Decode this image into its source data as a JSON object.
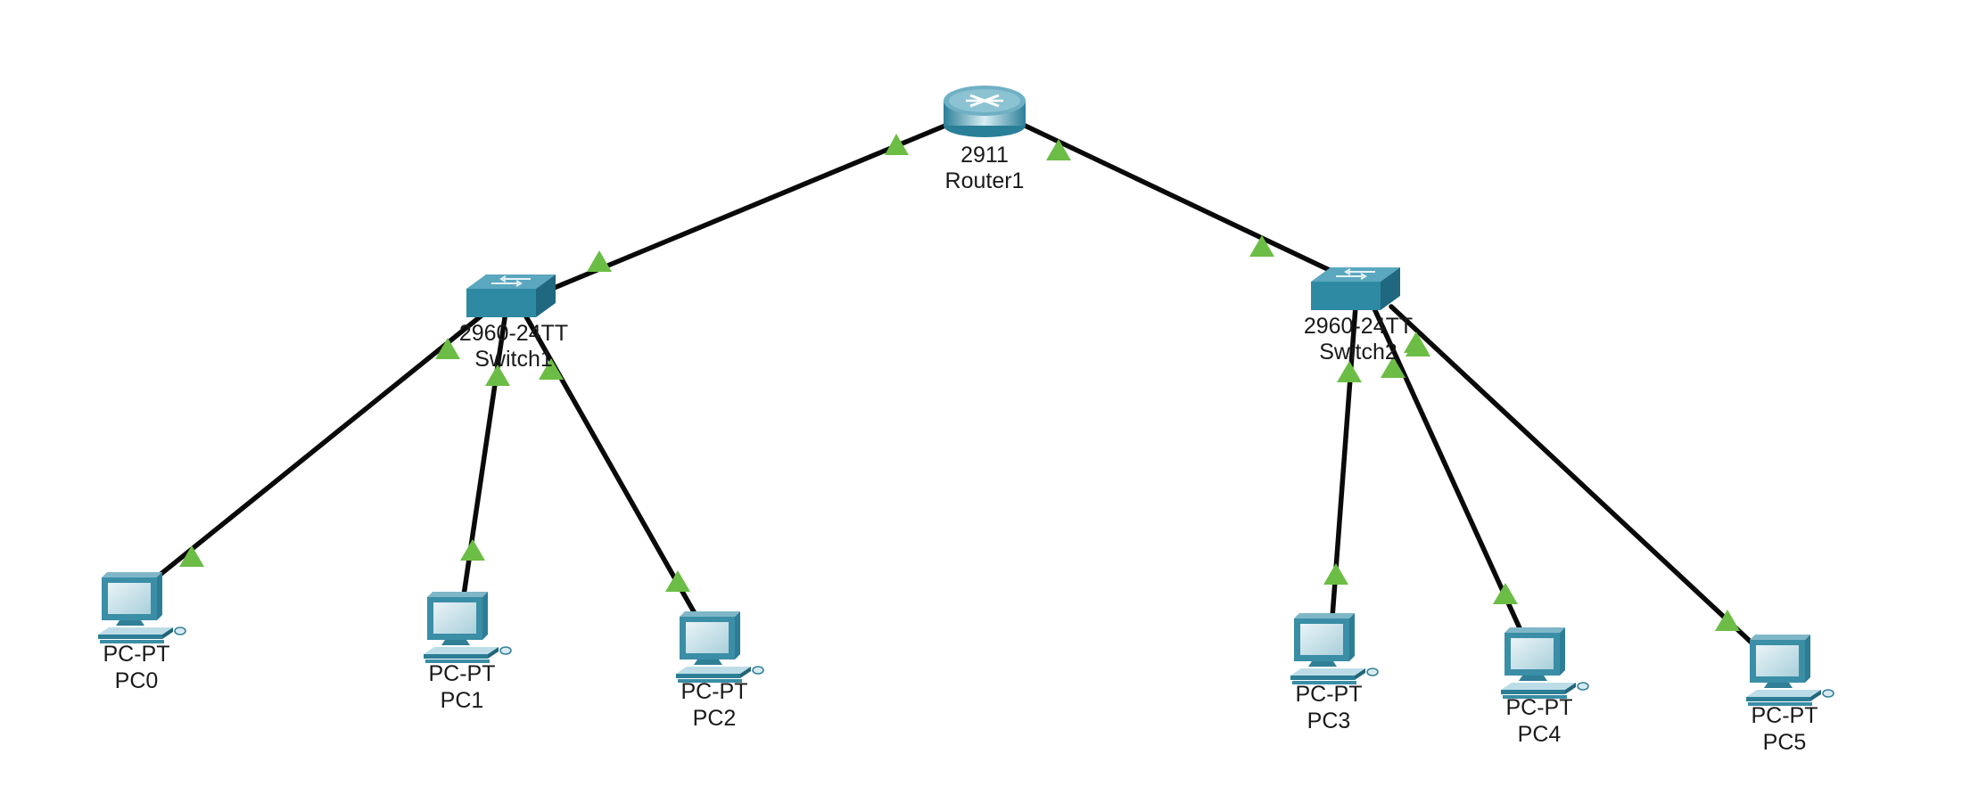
{
  "topology": {
    "router": {
      "model": "2911",
      "name": "Router1"
    },
    "switches": [
      {
        "model": "2960-24TT",
        "name": "Switch1"
      },
      {
        "model": "2960-24TT",
        "name": "Switch2"
      }
    ],
    "pcs": [
      {
        "model": "PC-PT",
        "name": "PC0"
      },
      {
        "model": "PC-PT",
        "name": "PC1"
      },
      {
        "model": "PC-PT",
        "name": "PC2"
      },
      {
        "model": "PC-PT",
        "name": "PC3"
      },
      {
        "model": "PC-PT",
        "name": "PC4"
      },
      {
        "model": "PC-PT",
        "name": "PC5"
      }
    ],
    "links": [
      {
        "from": "Router1",
        "to": "Switch1",
        "status": "up"
      },
      {
        "from": "Router1",
        "to": "Switch2",
        "status": "up"
      },
      {
        "from": "Switch1",
        "to": "PC0",
        "status": "up"
      },
      {
        "from": "Switch1",
        "to": "PC1",
        "status": "up"
      },
      {
        "from": "Switch1",
        "to": "PC2",
        "status": "up"
      },
      {
        "from": "Switch2",
        "to": "PC3",
        "status": "up"
      },
      {
        "from": "Switch2",
        "to": "PC4",
        "status": "up"
      },
      {
        "from": "Switch2",
        "to": "PC5",
        "status": "up"
      }
    ],
    "colors": {
      "link": "#0a0a0a",
      "link_up_indicator": "#6cbd45",
      "device": "#2e8aa3"
    }
  }
}
